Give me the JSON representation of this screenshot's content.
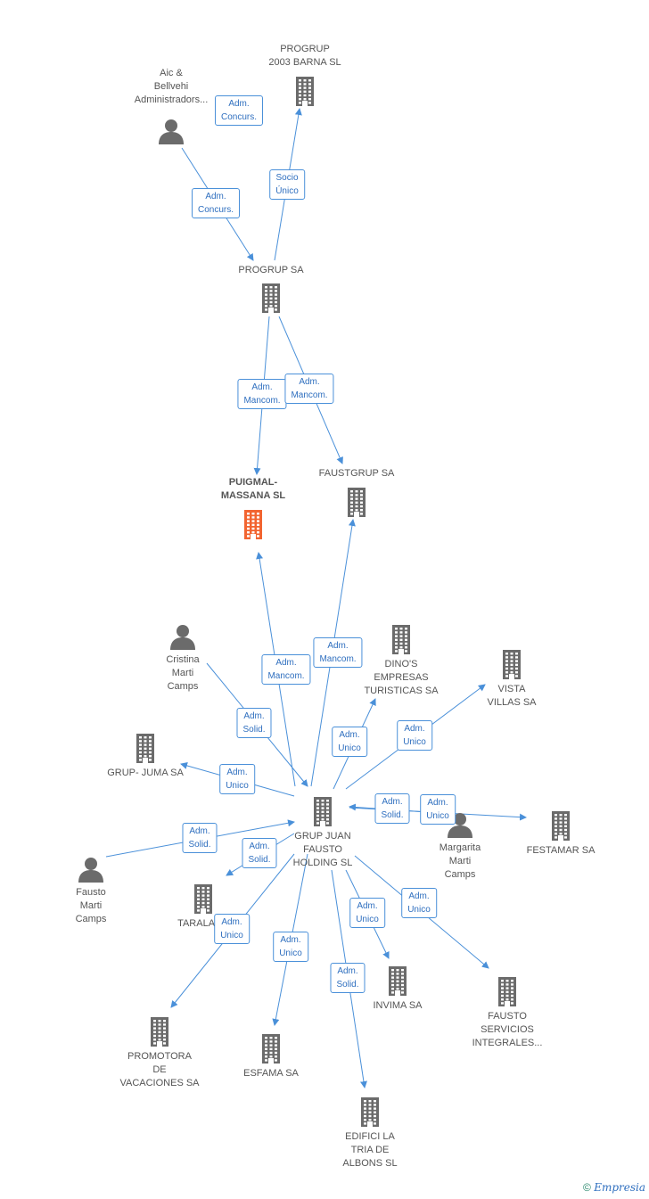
{
  "colors": {
    "edge": "#4a90d9",
    "building": "#6b6b6b",
    "focus": "#f26430",
    "person": "#6b6b6b"
  },
  "nodes": [
    {
      "id": "aic",
      "type": "person",
      "label": "Aic &\nBellvehi\nAdministradors..."
    },
    {
      "id": "progrup2003",
      "type": "company",
      "label": "PROGRUP\n2003 BARNA SL"
    },
    {
      "id": "progrup",
      "type": "company",
      "label": "PROGRUP SA"
    },
    {
      "id": "puigmal",
      "type": "company-main",
      "label": "PUIGMAL-\nMASSANA SL"
    },
    {
      "id": "faustgrup",
      "type": "company",
      "label": "FAUSTGRUP SA"
    },
    {
      "id": "cristina",
      "type": "person",
      "label": "Cristina\nMarti\nCamps"
    },
    {
      "id": "dinos",
      "type": "company",
      "label": "DINO'S\nEMPRESAS\nTURISTICAS SA"
    },
    {
      "id": "vista",
      "type": "company",
      "label": "VISTA\nVILLAS SA"
    },
    {
      "id": "grupjuma",
      "type": "company",
      "label": "GRUP- JUMA SA"
    },
    {
      "id": "grupjuan",
      "type": "company",
      "label": "GRUP JUAN\nFAUSTO\nHOLDING SL"
    },
    {
      "id": "margarita",
      "type": "person",
      "label": "Margarita\nMarti\nCamps"
    },
    {
      "id": "festamar",
      "type": "company",
      "label": "FESTAMAR SA"
    },
    {
      "id": "faustomc",
      "type": "person",
      "label": "Fausto\nMarti\nCamps"
    },
    {
      "id": "taraland",
      "type": "company",
      "label": "TARALAND"
    },
    {
      "id": "invima",
      "type": "company",
      "label": "INVIMA SA"
    },
    {
      "id": "faustoserv",
      "type": "company",
      "label": "FAUSTO\nSERVICIOS\nINTEGRALES..."
    },
    {
      "id": "promotora",
      "type": "company",
      "label": "PROMOTORA\nDE\nVACACIONES SA"
    },
    {
      "id": "esfama",
      "type": "company",
      "label": "ESFAMA SA"
    },
    {
      "id": "edificila",
      "type": "company",
      "label": "EDIFICI LA\nTRIA DE\nALBONS SL"
    }
  ],
  "edges": [
    {
      "from": "aic",
      "to": "progrup",
      "label": "Adm.\nConcurs."
    },
    {
      "from": "aic",
      "to": "progrup2003",
      "label": "Adm.\nConcurs."
    },
    {
      "from": "progrup",
      "to": "progrup2003",
      "label": "Socio\nÚnico"
    },
    {
      "from": "progrup",
      "to": "puigmal",
      "label": "Adm.\nMancom."
    },
    {
      "from": "progrup",
      "to": "faustgrup",
      "label": "Adm.\nMancom."
    },
    {
      "from": "grupjuan",
      "to": "puigmal",
      "label": "Adm.\nMancom."
    },
    {
      "from": "grupjuan",
      "to": "faustgrup",
      "label": "Adm.\nMancom."
    },
    {
      "from": "cristina",
      "to": "grupjuan",
      "label": "Adm.\nSolid."
    },
    {
      "from": "grupjuan",
      "to": "dinos",
      "label": "Adm.\nUnico"
    },
    {
      "from": "grupjuan",
      "to": "vista",
      "label": "Adm.\nUnico"
    },
    {
      "from": "grupjuan",
      "to": "grupjuma",
      "label": "Adm.\nUnico"
    },
    {
      "from": "margarita",
      "to": "grupjuan",
      "label": "Adm.\nSolid."
    },
    {
      "from": "grupjuan",
      "to": "festamar",
      "label": "Adm.\nUnico"
    },
    {
      "from": "faustomc",
      "to": "grupjuan",
      "label": "Adm.\nSolid."
    },
    {
      "from": "grupjuan",
      "to": "taraland",
      "label": "Adm.\nSolid."
    },
    {
      "from": "grupjuan",
      "to": "promotora",
      "label": "Adm.\nUnico"
    },
    {
      "from": "grupjuan",
      "to": "esfama",
      "label": "Adm.\nUnico"
    },
    {
      "from": "grupjuan",
      "to": "edificila",
      "label": "Adm.\nSolid."
    },
    {
      "from": "grupjuan",
      "to": "invima",
      "label": "Adm.\nUnico"
    },
    {
      "from": "grupjuan",
      "to": "faustoserv",
      "label": "Adm.\nUnico"
    }
  ],
  "footer": {
    "copyright": "©",
    "brand": "Empresia"
  }
}
